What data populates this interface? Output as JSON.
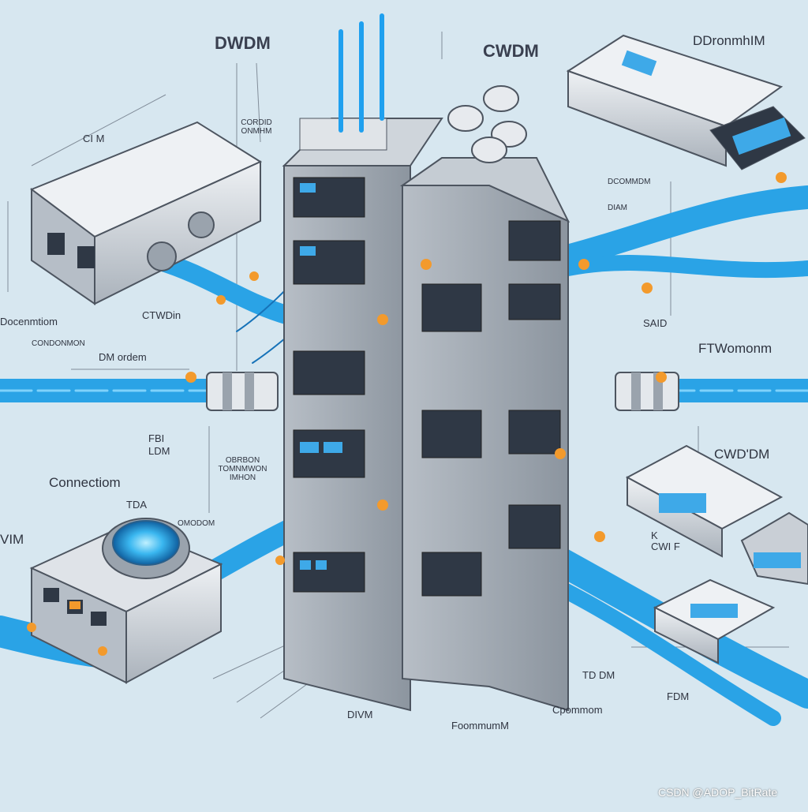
{
  "labels": {
    "dwdm": "DWDM",
    "cwdm_top": "CWDM",
    "ddr_top_right": "DDronmhIM",
    "ci_m": "CI M",
    "cordid_left": "CORDID ONMHM",
    "c_wdm_mid": "CTWDin",
    "docenmtiom": "Docenmtiom",
    "condonmon": "CONDONMON",
    "dm_ordem": "DM ordem",
    "dcomdm": "DCOMMDM",
    "diam": "DIAM",
    "said": "SAID",
    "ftwomonm": "FTWomonm",
    "fbi_ldm": "FBI\nLDM",
    "obrbon": "OBRBON\nTOMNMWON\nIMHON",
    "connection": "Connectiom",
    "tda": "TDA",
    "cwdm_right": "CWD'DM",
    "kw_f": "K\nCWI F",
    "vim": "VIM",
    "omodom": "OMODOM",
    "td_dm": "TD DM",
    "cpommom": "Cpommom",
    "fdm": "FDM",
    "divm": "DIVM",
    "foommum": "FoommumM",
    "watermark": "CSDN @ADOP_BitRate"
  },
  "colors": {
    "background": "#d7e7f0",
    "fiber": "#2aa3e6",
    "fiber_dark": "#1672b8",
    "rack": "#9aa3ad",
    "rack_dark": "#6f7884",
    "device": "#c9cfd6",
    "accent": "#f39a2c"
  },
  "icons": [
    "rack-tower",
    "optical-mux",
    "fiber-cable",
    "connector-glow",
    "transceiver-module"
  ]
}
